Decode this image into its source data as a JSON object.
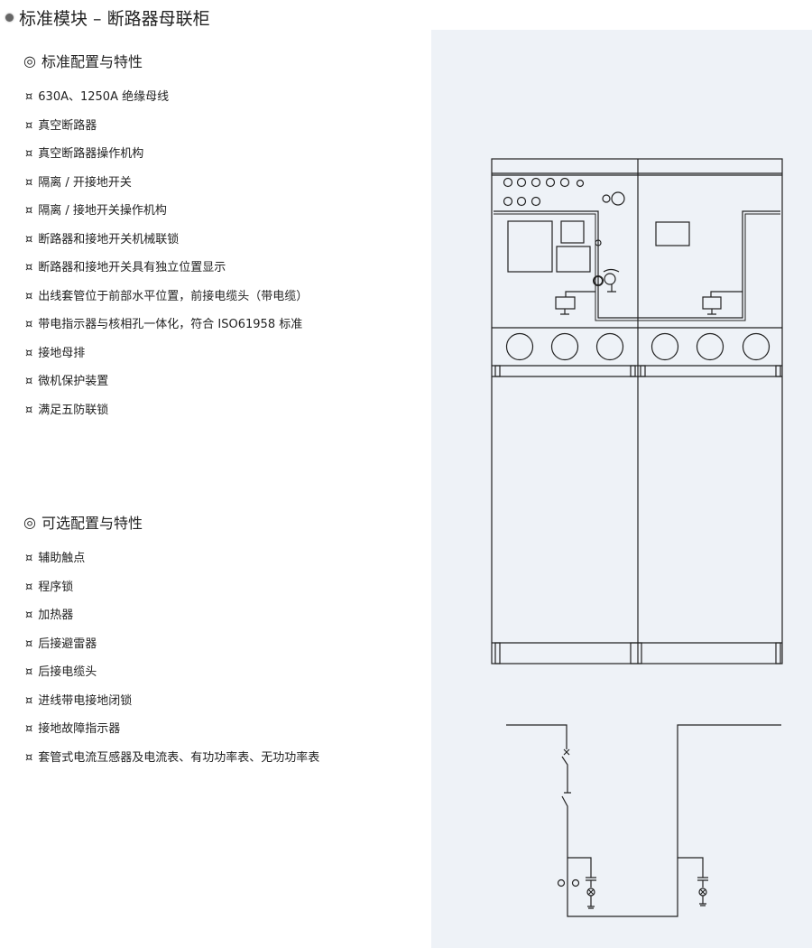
{
  "title": "标准模块 – 断路器母联柜",
  "standard": {
    "heading": "标准配置与特性",
    "items": [
      "630A、1250A 绝缘母线",
      "真空断路器",
      "真空断路器操作机构",
      "隔离 / 开接地开关",
      "隔离 / 接地开关操作机构",
      "断路器和接地开关机械联锁",
      "断路器和接地开关具有独立位置显示",
      "出线套管位于前部水平位置，前接电缆头（带电缆）",
      "带电指示器与核相孔一体化，符合 ISO61958 标准",
      "接地母排",
      "微机保护装置",
      "满足五防联锁"
    ]
  },
  "optional": {
    "heading": "可选配置与特性",
    "items": [
      "辅助触点",
      "程序锁",
      "加热器",
      "后接避雷器",
      "后接电缆头",
      "进线带电接地闭锁",
      "接地故障指示器",
      "套管式电流互感器及电流表、有功功率表、无功功率表"
    ]
  },
  "bullet": "¤",
  "section_marker": "◎",
  "colors": {
    "panel_bg": "#eef2f7",
    "line": "#222222"
  }
}
